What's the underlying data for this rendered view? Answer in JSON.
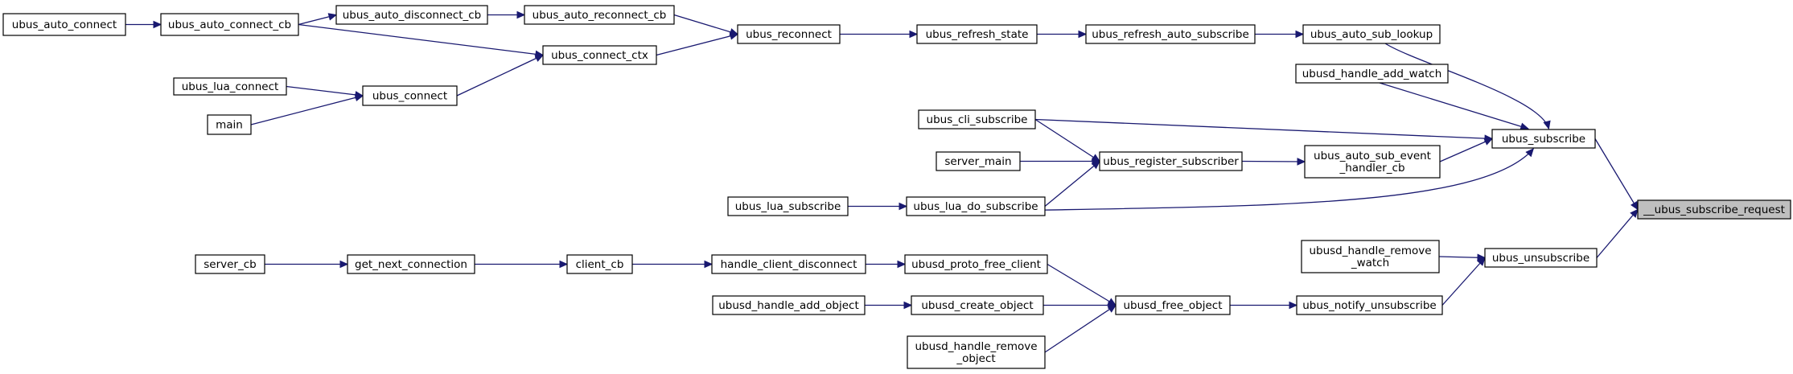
{
  "colors": {
    "edge": "#191970",
    "node_fill": "#ffffff",
    "node_stroke": "#000000",
    "root_fill": "#bfbfbf"
  },
  "nodes": [
    {
      "id": "auto_connect",
      "label": [
        "ubus_auto_connect"
      ]
    },
    {
      "id": "auto_connect_cb",
      "label": [
        "ubus_auto_connect_cb"
      ]
    },
    {
      "id": "auto_disconnect_cb",
      "label": [
        "ubus_auto_disconnect_cb"
      ]
    },
    {
      "id": "auto_reconnect_cb",
      "label": [
        "ubus_auto_reconnect_cb"
      ]
    },
    {
      "id": "reconnect",
      "label": [
        "ubus_reconnect"
      ]
    },
    {
      "id": "refresh_state",
      "label": [
        "ubus_refresh_state"
      ]
    },
    {
      "id": "refresh_auto_subscribe",
      "label": [
        "ubus_refresh_auto_subscribe"
      ]
    },
    {
      "id": "auto_sub_lookup",
      "label": [
        "ubus_auto_sub_lookup"
      ]
    },
    {
      "id": "connect_ctx",
      "label": [
        "ubus_connect_ctx"
      ]
    },
    {
      "id": "lua_connect",
      "label": [
        "ubus_lua_connect"
      ]
    },
    {
      "id": "connect",
      "label": [
        "ubus_connect"
      ]
    },
    {
      "id": "main",
      "label": [
        "main"
      ]
    },
    {
      "id": "handle_add_watch",
      "label": [
        "ubusd_handle_add_watch"
      ]
    },
    {
      "id": "cli_subscribe",
      "label": [
        "ubus_cli_subscribe"
      ]
    },
    {
      "id": "subscribe",
      "label": [
        "ubus_subscribe"
      ]
    },
    {
      "id": "server_main",
      "label": [
        "server_main"
      ]
    },
    {
      "id": "register_subscriber",
      "label": [
        "ubus_register_subscriber"
      ]
    },
    {
      "id": "auto_sub_event_handler_cb",
      "label": [
        "ubus_auto_sub_event",
        "_handler_cb"
      ]
    },
    {
      "id": "lua_subscribe",
      "label": [
        "ubus_lua_subscribe"
      ]
    },
    {
      "id": "lua_do_subscribe",
      "label": [
        "ubus_lua_do_subscribe"
      ]
    },
    {
      "id": "subscribe_request",
      "label": [
        "__ubus_subscribe_request"
      ]
    },
    {
      "id": "handle_remove_watch",
      "label": [
        "ubusd_handle_remove",
        "_watch"
      ]
    },
    {
      "id": "unsubscribe",
      "label": [
        "ubus_unsubscribe"
      ]
    },
    {
      "id": "server_cb",
      "label": [
        "server_cb"
      ]
    },
    {
      "id": "get_next_connection",
      "label": [
        "get_next_connection"
      ]
    },
    {
      "id": "client_cb",
      "label": [
        "client_cb"
      ]
    },
    {
      "id": "handle_client_disconnect",
      "label": [
        "handle_client_disconnect"
      ]
    },
    {
      "id": "proto_free_client",
      "label": [
        "ubusd_proto_free_client"
      ]
    },
    {
      "id": "handle_add_object",
      "label": [
        "ubusd_handle_add_object"
      ]
    },
    {
      "id": "create_object",
      "label": [
        "ubusd_create_object"
      ]
    },
    {
      "id": "free_object",
      "label": [
        "ubusd_free_object"
      ]
    },
    {
      "id": "notify_unsubscribe",
      "label": [
        "ubus_notify_unsubscribe"
      ]
    },
    {
      "id": "handle_remove_object",
      "label": [
        "ubusd_handle_remove",
        "_object"
      ]
    }
  ],
  "edges": [
    {
      "from": "auto_connect",
      "to": "auto_connect_cb"
    },
    {
      "from": "auto_connect_cb",
      "to": "auto_disconnect_cb"
    },
    {
      "from": "auto_disconnect_cb",
      "to": "auto_reconnect_cb"
    },
    {
      "from": "auto_reconnect_cb",
      "to": "reconnect"
    },
    {
      "from": "reconnect",
      "to": "refresh_state"
    },
    {
      "from": "refresh_state",
      "to": "refresh_auto_subscribe"
    },
    {
      "from": "refresh_auto_subscribe",
      "to": "auto_sub_lookup"
    },
    {
      "from": "auto_sub_lookup",
      "to": "subscribe"
    },
    {
      "from": "auto_connect_cb",
      "to": "connect_ctx"
    },
    {
      "from": "connect_ctx",
      "to": "reconnect"
    },
    {
      "from": "connect",
      "to": "connect_ctx"
    },
    {
      "from": "lua_connect",
      "to": "connect"
    },
    {
      "from": "main",
      "to": "connect"
    },
    {
      "from": "handle_add_watch",
      "to": "subscribe"
    },
    {
      "from": "cli_subscribe",
      "to": "subscribe"
    },
    {
      "from": "cli_subscribe",
      "to": "register_subscriber"
    },
    {
      "from": "server_main",
      "to": "register_subscriber"
    },
    {
      "from": "lua_do_subscribe",
      "to": "register_subscriber"
    },
    {
      "from": "register_subscriber",
      "to": "auto_sub_event_handler_cb"
    },
    {
      "from": "auto_sub_event_handler_cb",
      "to": "subscribe"
    },
    {
      "from": "lua_subscribe",
      "to": "lua_do_subscribe"
    },
    {
      "from": "lua_do_subscribe",
      "to": "subscribe"
    },
    {
      "from": "subscribe",
      "to": "subscribe_request"
    },
    {
      "from": "unsubscribe",
      "to": "subscribe_request"
    },
    {
      "from": "handle_remove_watch",
      "to": "unsubscribe"
    },
    {
      "from": "notify_unsubscribe",
      "to": "unsubscribe"
    },
    {
      "from": "server_cb",
      "to": "get_next_connection"
    },
    {
      "from": "get_next_connection",
      "to": "client_cb"
    },
    {
      "from": "client_cb",
      "to": "handle_client_disconnect"
    },
    {
      "from": "handle_client_disconnect",
      "to": "proto_free_client"
    },
    {
      "from": "proto_free_client",
      "to": "free_object"
    },
    {
      "from": "handle_add_object",
      "to": "create_object"
    },
    {
      "from": "create_object",
      "to": "free_object"
    },
    {
      "from": "handle_remove_object",
      "to": "free_object"
    },
    {
      "from": "free_object",
      "to": "notify_unsubscribe"
    }
  ]
}
